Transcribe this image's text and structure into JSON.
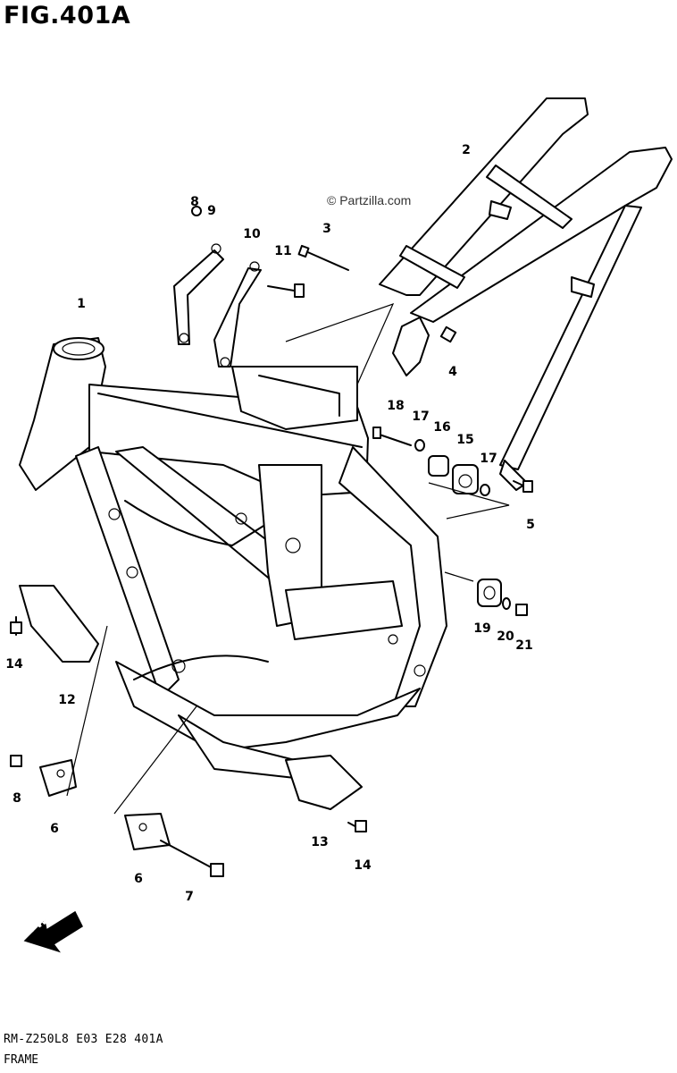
{
  "figure": {
    "title": "FIG.401A",
    "watermark": "© Partzilla.com"
  },
  "footer": {
    "model_code": "RM-Z250L8 E03 E28 401A",
    "section_name": "FRAME"
  },
  "direction_label": "FWD",
  "callouts": {
    "c1": "1",
    "c2": "2",
    "c3": "3",
    "c4": "4",
    "c5": "5",
    "c6a": "6",
    "c6b": "6",
    "c7": "7",
    "c8a": "8",
    "c8b": "8",
    "c9": "9",
    "c10": "10",
    "c11": "11",
    "c12": "12",
    "c13": "13",
    "c14a": "14",
    "c14b": "14",
    "c15": "15",
    "c16": "16",
    "c17a": "17",
    "c17b": "17",
    "c18": "18",
    "c19": "19",
    "c20": "20",
    "c21": "21"
  }
}
